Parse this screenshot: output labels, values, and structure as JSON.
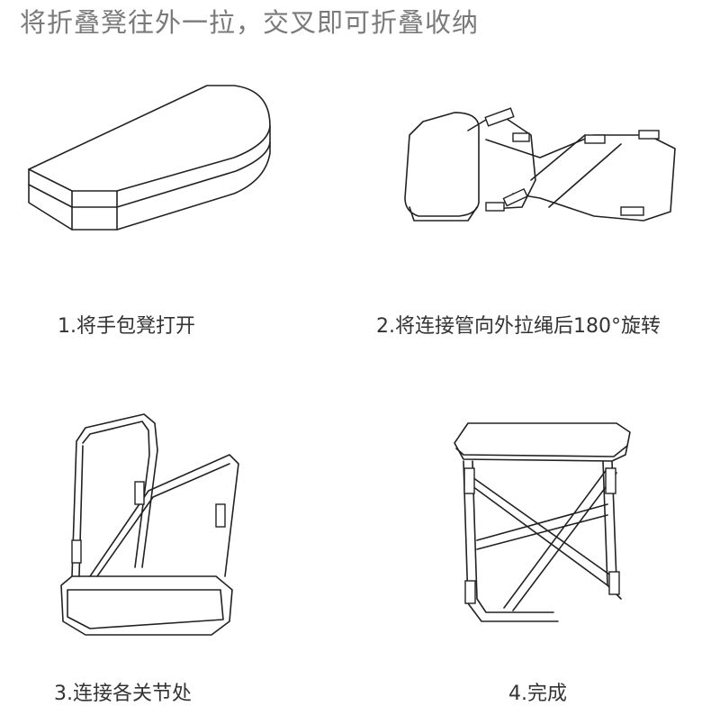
{
  "title": "将折叠凳往外一拉，交叉即可折叠收纳",
  "steps": [
    {
      "caption": "1.将手包凳打开"
    },
    {
      "caption": "2.将连接管向外拉绳后180°旋转"
    },
    {
      "caption": "3.连接各关节处"
    },
    {
      "caption": "4.完成"
    }
  ]
}
